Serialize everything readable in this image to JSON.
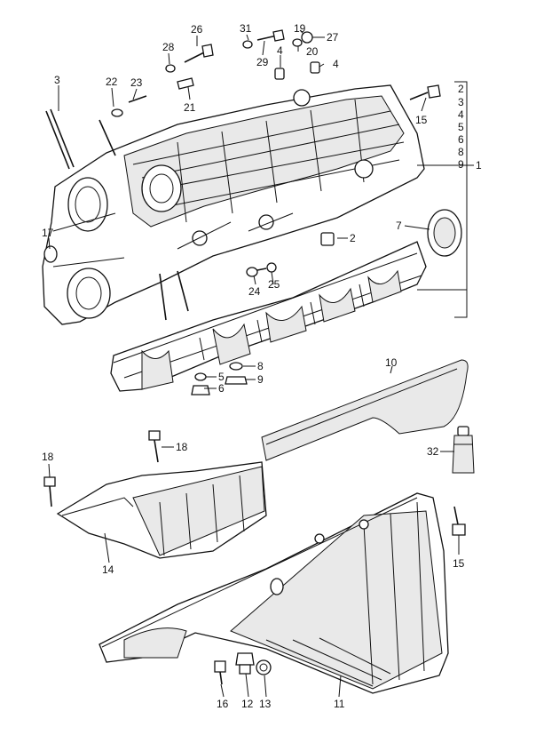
{
  "diagram": {
    "callouts": [
      {
        "id": "c31",
        "label": "31"
      },
      {
        "id": "c19",
        "label": "19"
      },
      {
        "id": "c27",
        "label": "27"
      },
      {
        "id": "c26",
        "label": "26"
      },
      {
        "id": "c28",
        "label": "28"
      },
      {
        "id": "c20",
        "label": "20"
      },
      {
        "id": "c29",
        "label": "29"
      },
      {
        "id": "c4a",
        "label": "4"
      },
      {
        "id": "c4b",
        "label": "4"
      },
      {
        "id": "c3",
        "label": "3"
      },
      {
        "id": "c22",
        "label": "22"
      },
      {
        "id": "c23",
        "label": "23"
      },
      {
        "id": "c21",
        "label": "21"
      },
      {
        "id": "c15a",
        "label": "15"
      },
      {
        "id": "c1",
        "label": "1"
      },
      {
        "id": "c7",
        "label": "7"
      },
      {
        "id": "c2",
        "label": "2"
      },
      {
        "id": "c17",
        "label": "17"
      },
      {
        "id": "c24",
        "label": "24"
      },
      {
        "id": "c25",
        "label": "25"
      },
      {
        "id": "c8",
        "label": "8"
      },
      {
        "id": "c5",
        "label": "5"
      },
      {
        "id": "c9",
        "label": "9"
      },
      {
        "id": "c6",
        "label": "6"
      },
      {
        "id": "c10",
        "label": "10"
      },
      {
        "id": "c18a",
        "label": "18"
      },
      {
        "id": "c18b",
        "label": "18"
      },
      {
        "id": "c32",
        "label": "32"
      },
      {
        "id": "c14",
        "label": "14"
      },
      {
        "id": "c15b",
        "label": "15"
      },
      {
        "id": "c16",
        "label": "16"
      },
      {
        "id": "c12",
        "label": "12"
      },
      {
        "id": "c13",
        "label": "13"
      },
      {
        "id": "c11",
        "label": "11"
      }
    ],
    "bracket_items": [
      "2",
      "3",
      "4",
      "5",
      "6",
      "8",
      "9"
    ]
  }
}
